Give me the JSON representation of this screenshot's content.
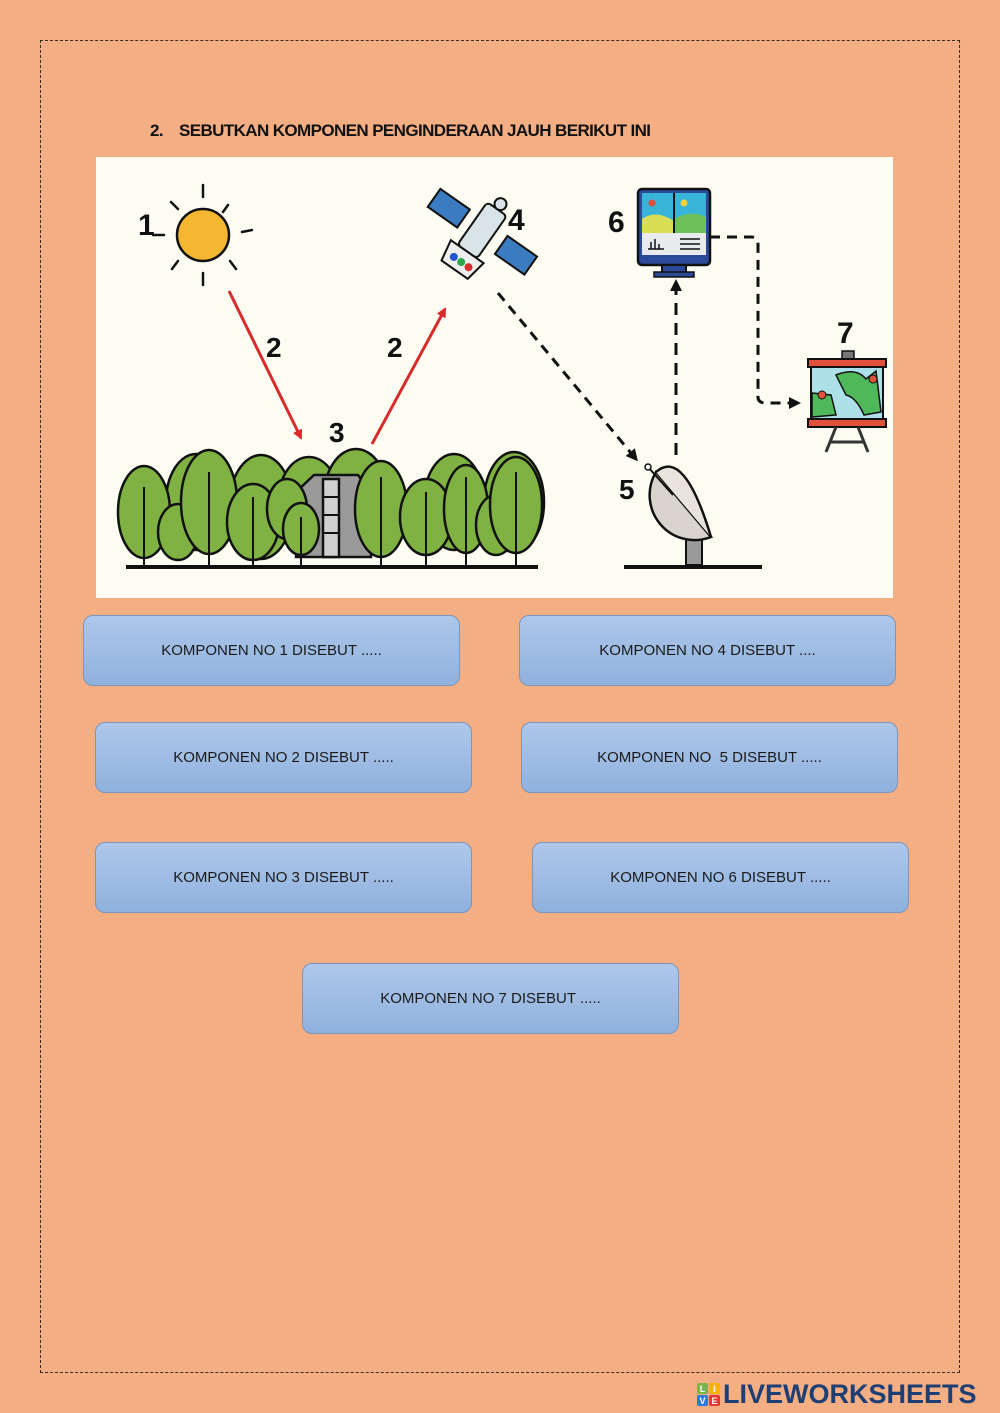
{
  "question": {
    "number": "2.",
    "text": "SEBUTKAN KOMPONEN PENGINDERAAN JAUH BERIKUT INI"
  },
  "figure": {
    "labels": {
      "sun": "1",
      "energy_in": "2",
      "energy_out": "2",
      "object": "3",
      "satellite": "4",
      "ground_station": "5",
      "processing": "6",
      "user": "7"
    },
    "colors": {
      "background": "#fdfcf2",
      "sun": "#f5b731",
      "arrow_red": "#d62c2c",
      "tree": "#7fb243",
      "panel_blue": "#3b7bbf"
    }
  },
  "answers": [
    {
      "label": "KOMPONEN NO 1 DISEBUT .....",
      "value": ""
    },
    {
      "label": "KOMPONEN NO 4 DISEBUT ....",
      "value": ""
    },
    {
      "label": "KOMPONEN NO 2 DISEBUT .....",
      "value": ""
    },
    {
      "label": "KOMPONEN NO  5 DISEBUT .....",
      "value": ""
    },
    {
      "label": "KOMPONEN NO 3 DISEBUT .....",
      "value": ""
    },
    {
      "label": "KOMPONEN NO 6 DISEBUT .....",
      "value": ""
    },
    {
      "label": "KOMPONEN NO 7 DISEBUT .....",
      "value": ""
    }
  ],
  "branding": {
    "logo_letters": [
      "L",
      "I",
      "V",
      "E"
    ],
    "logo_colors": [
      "#7cb342",
      "#f6b300",
      "#2e7bd6",
      "#e53935"
    ],
    "logo_text": "LIVEWORKSHEETS",
    "logo_color": "#1e3f74"
  },
  "page": {
    "background": "#f3ae83",
    "answer_box_color": "#9dbbe3"
  }
}
